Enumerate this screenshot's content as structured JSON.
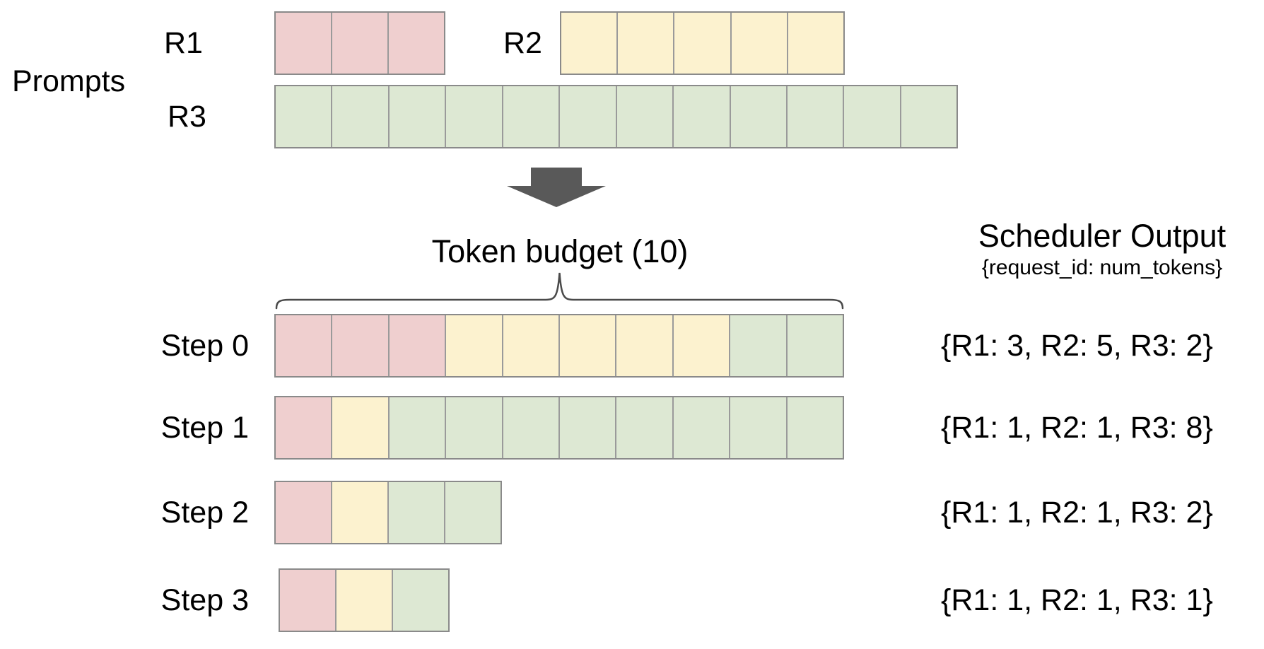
{
  "colors": {
    "R1": "#efcfcf",
    "R2": "#fcf2cf",
    "R3": "#dde8d3",
    "cell_border": "#9a9a9a",
    "row_border": "#8a8a8a",
    "arrow": "#595959",
    "brace": "#4a4a4a",
    "text": "#000000"
  },
  "layout_constants": {
    "cell_width": 80.6
  },
  "prompts": {
    "label": "Prompts",
    "rows": [
      {
        "id": "R1",
        "label": "R1",
        "color": "#efcfcf",
        "cells": 3
      },
      {
        "id": "R2",
        "label": "R2",
        "color": "#fcf2cf",
        "cells": 5
      },
      {
        "id": "R3",
        "label": "R3",
        "color": "#dde8d3",
        "cells": 12
      }
    ]
  },
  "token_budget": {
    "title": "Token budget (10)",
    "budget": 10
  },
  "scheduler_output": {
    "title": "Scheduler Output",
    "subtitle": "{request_id: num_tokens}"
  },
  "steps": [
    {
      "label": "Step 0",
      "segments": [
        {
          "request": "R1",
          "tokens": 3
        },
        {
          "request": "R2",
          "tokens": 5
        },
        {
          "request": "R3",
          "tokens": 2
        }
      ],
      "output": "{R1: 3, R2: 5, R3: 2}"
    },
    {
      "label": "Step 1",
      "segments": [
        {
          "request": "R1",
          "tokens": 1
        },
        {
          "request": "R2",
          "tokens": 1
        },
        {
          "request": "R3",
          "tokens": 8
        }
      ],
      "output": "{R1: 1, R2: 1, R3: 8}"
    },
    {
      "label": "Step 2",
      "segments": [
        {
          "request": "R1",
          "tokens": 1
        },
        {
          "request": "R2",
          "tokens": 1
        },
        {
          "request": "R3",
          "tokens": 2
        }
      ],
      "output": "{R1: 1, R2: 1, R3: 2}"
    },
    {
      "label": "Step 3",
      "segments": [
        {
          "request": "R1",
          "tokens": 1
        },
        {
          "request": "R2",
          "tokens": 1
        },
        {
          "request": "R3",
          "tokens": 1
        }
      ],
      "output": "{R1: 1, R2: 1, R3: 1}"
    }
  ]
}
